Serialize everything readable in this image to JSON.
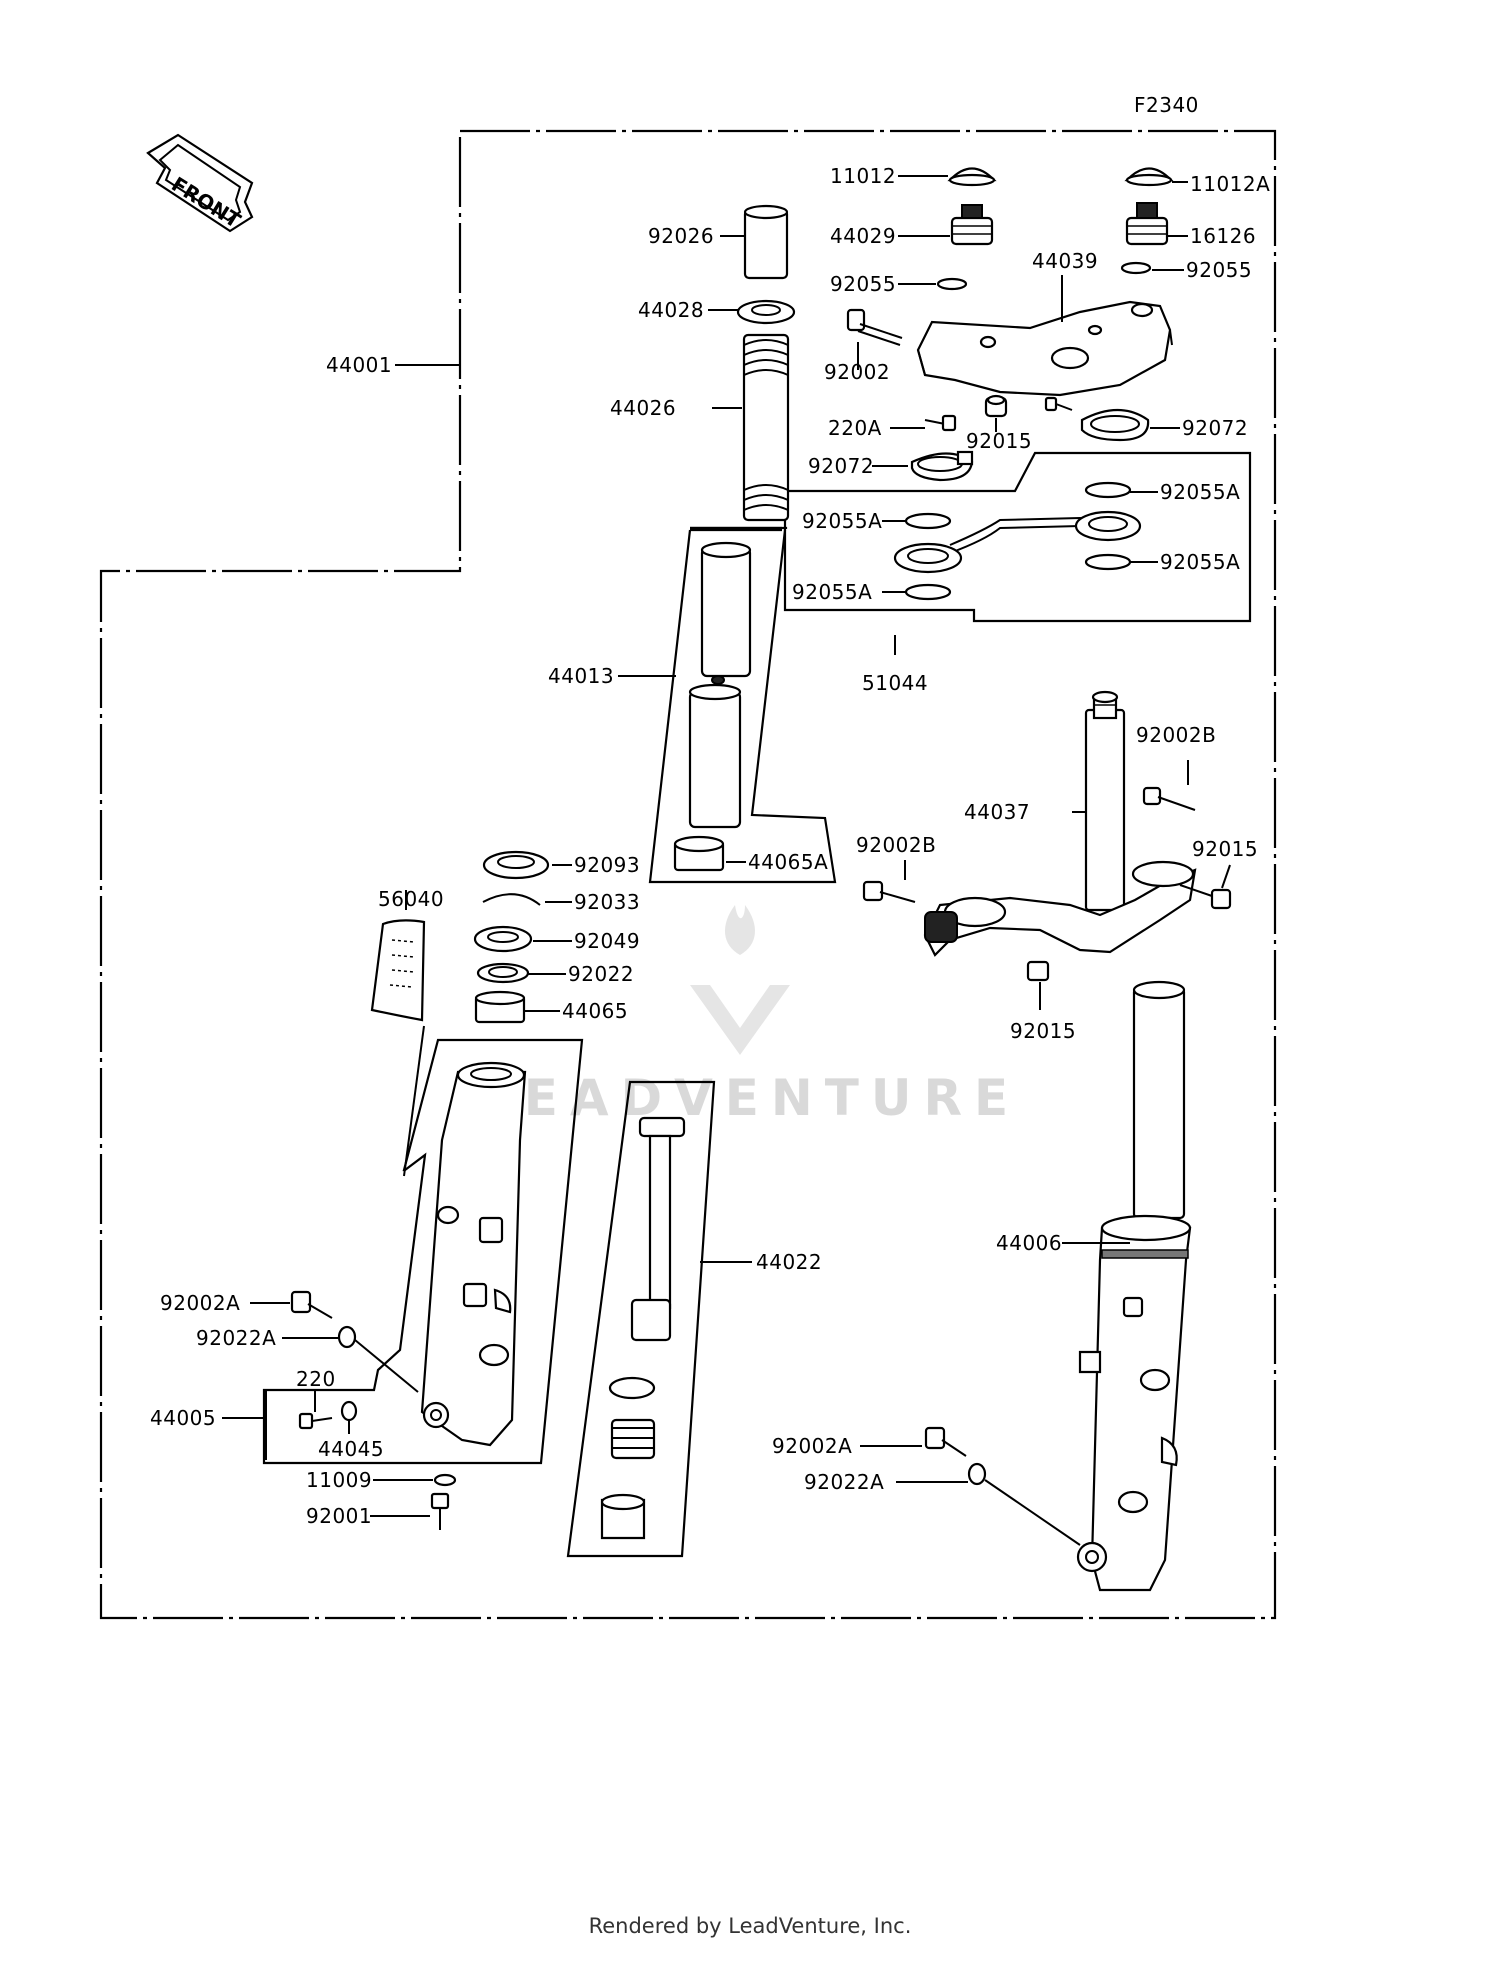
{
  "figure_code": "F2340",
  "front_label": "FRONT",
  "watermark": "LEADVENTURE",
  "footer": "Rendered by LeadVenture, Inc.",
  "labels": {
    "p11012": "11012",
    "p11012A": "11012A",
    "p92026": "92026",
    "p44029": "44029",
    "p16126": "16126",
    "p92055_l": "92055",
    "p92055_r": "92055",
    "p44039": "44039",
    "p44028": "44028",
    "p44001": "44001",
    "p92002": "92002",
    "p44026": "44026",
    "p220A": "220A",
    "p92015_top": "92015",
    "p92072_r": "92072",
    "p92072_l": "92072",
    "p92055A_1": "92055A",
    "p92055A_2": "92055A",
    "p92055A_3": "92055A",
    "p92055A_4": "92055A",
    "p44013": "44013",
    "p51044": "51044",
    "p92002B_top": "92002B",
    "p44037": "44037",
    "p92002B_left": "92002B",
    "p92015_r": "92015",
    "p92093": "92093",
    "p44065A": "44065A",
    "p56040": "56040",
    "p92033": "92033",
    "p92049": "92049",
    "p92022": "92022",
    "p44065": "44065",
    "p92015_bot": "92015",
    "p44022": "44022",
    "p44006": "44006",
    "p92002A_l": "92002A",
    "p92022A_l": "92022A",
    "p220": "220",
    "p44005": "44005",
    "p44045": "44045",
    "p11009": "11009",
    "p92001": "92001",
    "p92002A_r": "92002A",
    "p92022A_r": "92022A"
  },
  "colors": {
    "ink": "#000000",
    "paper": "#ffffff",
    "watermark": "#d9d9d9",
    "footer_text": "#333333"
  }
}
